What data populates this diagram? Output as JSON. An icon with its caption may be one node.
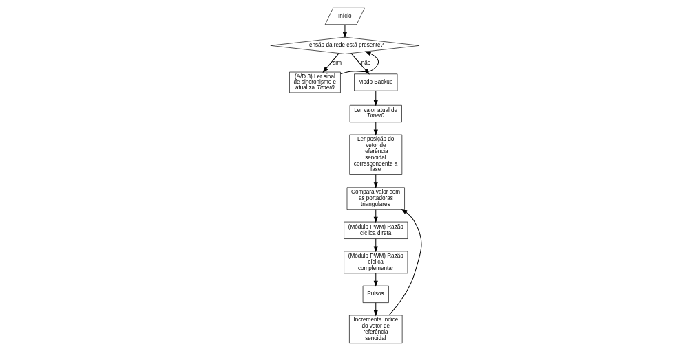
{
  "diagram": {
    "nodes": [
      {
        "text": [
          "Início"
        ]
      },
      {
        "text": [
          "Tensão da rede está presente?"
        ]
      },
      {
        "text": [
          "(A/D 3) Ler sinal de sincronismo e atualiza *Timer0*"
        ]
      },
      {
        "text": [
          "Modo Backup"
        ]
      },
      {
        "text": [
          "Ler valor atual de *Timer0*"
        ]
      },
      {
        "text": [
          "Ler posição do vetor de referência senoidal correspondente a fase"
        ]
      },
      {
        "text": [
          "Compara valor com as portadoras triangulares"
        ]
      },
      {
        "text": [
          "(Módulo PWM) Razão cíclica direta"
        ]
      },
      {
        "text": [
          "(Módulo PWM) Razão cíclica complementar"
        ]
      },
      {
        "text": [
          "Pulsos"
        ]
      },
      {
        "text": [
          "Incrementa índice do vetor de referência senoidal"
        ]
      }
    ],
    "edges": [
      {
        "from": 0,
        "to": 1,
        "arrow": "to"
      },
      {
        "from": 1,
        "to": 3,
        "arrow": "to",
        "label": "não"
      },
      {
        "from": 1,
        "to": 2,
        "arrow": "to",
        "label": "sim"
      },
      {
        "from": 2,
        "to": 1,
        "arrow": "to"
      },
      {
        "from": 3,
        "to": 4,
        "arrow": "to"
      },
      {
        "from": 4,
        "to": 5,
        "arrow": "to"
      },
      {
        "from": 5,
        "to": 6,
        "arrow": "to"
      },
      {
        "from": 6,
        "to": 7,
        "arrow": "to"
      },
      {
        "from": 7,
        "to": 8,
        "arrow": "to"
      },
      {
        "from": 8,
        "to": 9,
        "arrow": "to"
      },
      {
        "from": 9,
        "to": 10,
        "arrow": "to"
      },
      {
        "from": 10,
        "to": 6,
        "arrow": "to"
      }
    ]
  }
}
